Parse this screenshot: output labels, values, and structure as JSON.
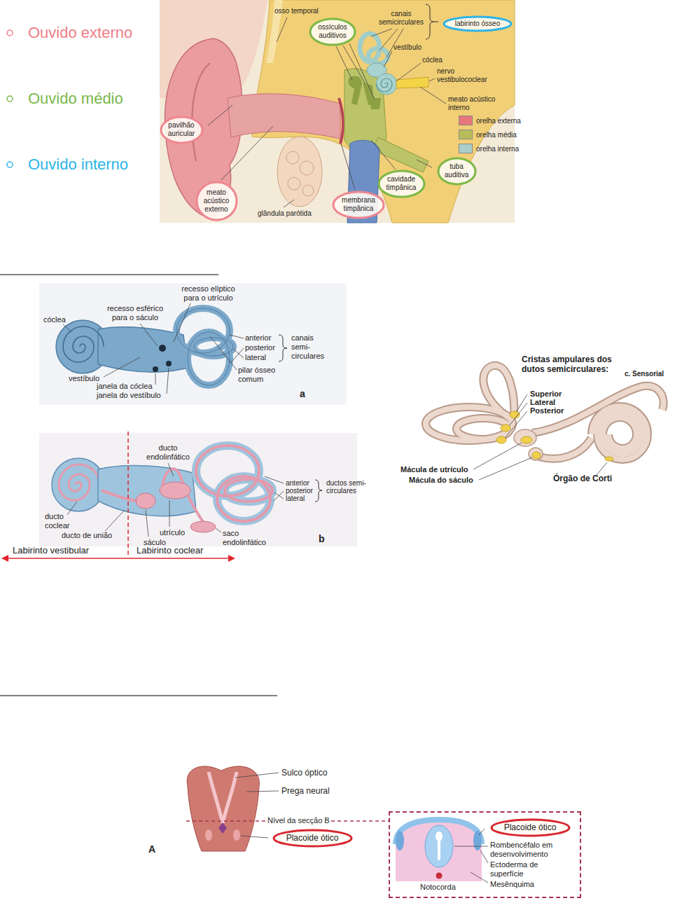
{
  "diagram": {
    "nodes": [
      {
        "text": [
          "ossículos auditivos"
        ]
      },
      {
        "text": [
          "labirinto ósseo"
        ]
      },
      {
        "text": [
          "pavilhão auricular"
        ]
      },
      {
        "text": [
          "tuba auditiva"
        ]
      },
      {
        "text": [
          "cavidade timpânica"
        ]
      },
      {
        "text": [
          "meato acústico externo"
        ]
      },
      {
        "text": [
          "membrana timpânica"
        ]
      },
      {
        "text": [
          "Placoide ótico"
        ]
      },
      {
        "text": [
          "Rombencéfalo em desenvolvimento",
          "Ectoderma de superfície",
          "Mesênquima",
          "Notocorda"
        ]
      },
      {
        "text": [
          "Placoide ótico"
        ],
        "in": 8
      }
    ],
    "labels": [
      "Ouvido externo",
      "Ouvido médio",
      "Ouvido interno",
      "osso temporal",
      "canais semicirculares",
      "vestíbulo",
      "cóclea",
      "nervo vestibulococlear",
      "meato acústico interno",
      "glândula parótida",
      "recesso elíptico para o utrículo",
      "recesso esférico para o sáculo",
      "cóclea",
      "anterior",
      "posterior",
      "lateral",
      "canais semi-circulares",
      "vestíbulo",
      "janela da cóclea",
      "janela do vestíbulo",
      "pilar ósseo comum",
      "a",
      "ducto endolinfático",
      "anterior",
      "posterior",
      "lateral",
      "ductos semi-circulares",
      "ducto coclear",
      "ducto de união",
      "utrículo",
      "sáculo",
      "saco endolinfático",
      "b",
      "Labirinto vestibular",
      "Labirinto coclear",
      "Cristas ampulares dos dutos semicirculares:",
      "c. Sensorial",
      "Superior",
      "Lateral",
      "Posterior",
      "Órgão de Corti",
      "Mácula de utrículo",
      "Mácula do sáculo",
      "Sulco óptico",
      "Prega neural",
      "Nível da secção B",
      "A"
    ],
    "legend": [
      {
        "text": "orelha externa",
        "color": "#e8767a"
      },
      {
        "text": "orelha média",
        "color": "#b8bd5a"
      },
      {
        "text": "orelha interna",
        "color": "#a9cfc8"
      }
    ]
  }
}
